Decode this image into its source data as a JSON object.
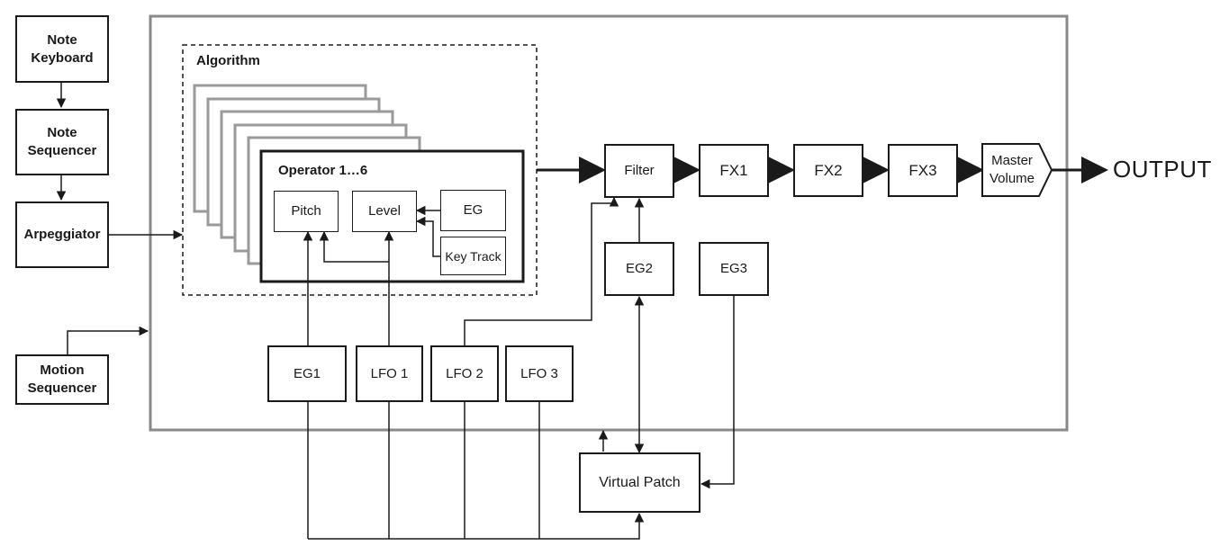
{
  "left_blocks": {
    "note_keyboard": "Note\nKeyboard",
    "note_sequencer": "Note\nSequencer",
    "arpeggiator": "Arpeggiator",
    "motion_sequencer": "Motion\nSequencer"
  },
  "algorithm": {
    "title": "Algorithm",
    "operator_title": "Operator 1…6",
    "pitch": "Pitch",
    "level": "Level",
    "eg": "EG",
    "key_track": "Key Track"
  },
  "chain": {
    "filter": "Filter",
    "fx1": "FX1",
    "fx2": "FX2",
    "fx3": "FX3",
    "master_volume": "Master\nVolume",
    "output": "OUTPUT"
  },
  "modulators": {
    "eg1": "EG1",
    "lfo1": "LFO 1",
    "lfo2": "LFO 2",
    "lfo3": "LFO 3",
    "eg2": "EG2",
    "eg3": "EG3",
    "virtual_patch": "Virtual Patch"
  }
}
